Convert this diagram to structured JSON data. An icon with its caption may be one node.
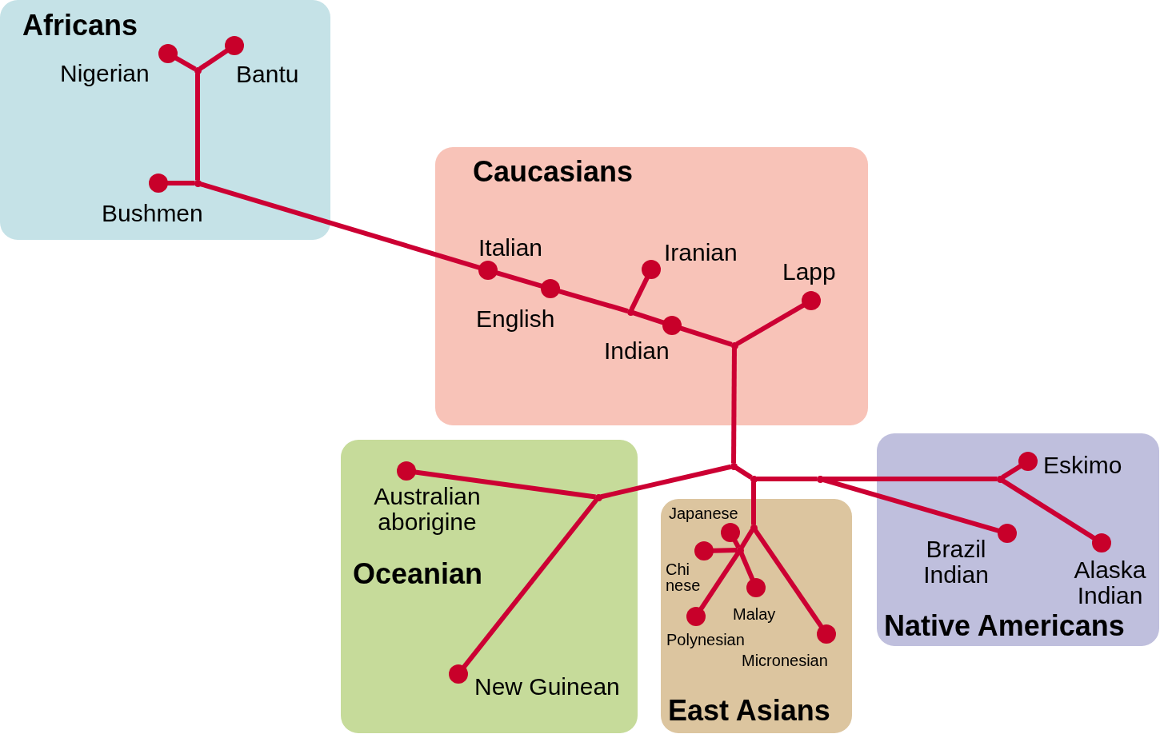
{
  "diagram": {
    "nodes": [
      {
        "text": [
          "Africans"
        ]
      },
      {
        "text": [
          "Nigerian"
        ],
        "in": 0
      },
      {
        "text": [
          "Bantu"
        ],
        "in": 0
      },
      {
        "text": [],
        "shape": "dot",
        "in": 0
      },
      {
        "text": [
          "Bushmen"
        ],
        "in": 0
      },
      {
        "text": [],
        "shape": "dot",
        "in": 0
      },
      {
        "text": [
          "Caucasians"
        ]
      },
      {
        "text": [
          "Italian"
        ],
        "in": 6
      },
      {
        "text": [
          "English"
        ],
        "in": 6
      },
      {
        "text": [
          "Iranian"
        ],
        "in": 6
      },
      {
        "text": [],
        "shape": "dot",
        "in": 6
      },
      {
        "text": [
          "Indian"
        ],
        "in": 6
      },
      {
        "text": [
          "Lapp"
        ],
        "in": 6
      },
      {
        "text": [],
        "shape": "dot",
        "in": 6
      },
      {
        "text": [],
        "shape": "dot"
      },
      {
        "text": [
          "Oceanian"
        ]
      },
      {
        "text": [
          "Australian aborigine"
        ],
        "in": 15
      },
      {
        "text": [],
        "shape": "dot",
        "in": 15
      },
      {
        "text": [
          "New Guinean"
        ],
        "in": 15
      },
      {
        "text": [],
        "shape": "dot"
      },
      {
        "text": [
          "East Asians"
        ]
      },
      {
        "text": [
          "Japanese"
        ],
        "in": 20
      },
      {
        "text": [
          "Chi nese"
        ],
        "in": 20
      },
      {
        "text": [],
        "shape": "dot",
        "in": 20
      },
      {
        "text": [],
        "shape": "dot",
        "in": 20
      },
      {
        "text": [
          "Malay"
        ],
        "in": 20
      },
      {
        "text": [
          "Polynesian"
        ],
        "in": 20
      },
      {
        "text": [
          "Micronesian"
        ],
        "in": 20
      },
      {
        "text": [],
        "shape": "dot"
      },
      {
        "text": [
          "Native Americans"
        ]
      },
      {
        "text": [
          "Eskimo"
        ],
        "in": 29
      },
      {
        "text": [],
        "shape": "dot",
        "in": 29
      },
      {
        "text": [
          "Brazil Indian"
        ],
        "in": 29
      },
      {
        "text": [
          "Alaska Indian"
        ],
        "in": 29
      }
    ],
    "edges": [
      {
        "from": 3,
        "to": 1,
        "arrow": "none"
      },
      {
        "from": 3,
        "to": 2,
        "arrow": "none"
      },
      {
        "from": 3,
        "to": 5,
        "arrow": "none"
      },
      {
        "from": 5,
        "to": 4,
        "arrow": "none"
      },
      {
        "from": 5,
        "to": 7,
        "arrow": "none"
      },
      {
        "from": 7,
        "to": 8,
        "arrow": "none"
      },
      {
        "from": 8,
        "to": 10,
        "arrow": "none"
      },
      {
        "from": 10,
        "to": 9,
        "arrow": "none"
      },
      {
        "from": 10,
        "to": 11,
        "arrow": "none"
      },
      {
        "from": 11,
        "to": 13,
        "arrow": "none"
      },
      {
        "from": 13,
        "to": 12,
        "arrow": "none"
      },
      {
        "from": 13,
        "to": 14,
        "arrow": "none"
      },
      {
        "from": 14,
        "to": 17,
        "arrow": "none"
      },
      {
        "from": 17,
        "to": 16,
        "arrow": "none"
      },
      {
        "from": 17,
        "to": 18,
        "arrow": "none"
      },
      {
        "from": 14,
        "to": 19,
        "arrow": "none"
      },
      {
        "from": 19,
        "to": 24,
        "arrow": "none"
      },
      {
        "from": 24,
        "to": 27,
        "arrow": "none"
      },
      {
        "from": 24,
        "to": 23,
        "arrow": "none"
      },
      {
        "from": 23,
        "to": 26,
        "arrow": "none"
      },
      {
        "from": 23,
        "to": 22,
        "arrow": "none"
      },
      {
        "from": 23,
        "to": 21,
        "arrow": "none"
      },
      {
        "from": 23,
        "to": 25,
        "arrow": "none"
      },
      {
        "from": 19,
        "to": 28,
        "arrow": "none"
      },
      {
        "from": 28,
        "to": 32,
        "arrow": "none"
      },
      {
        "from": 28,
        "to": 31,
        "arrow": "none"
      },
      {
        "from": 31,
        "to": 30,
        "arrow": "none"
      },
      {
        "from": 31,
        "to": 33,
        "arrow": "none"
      }
    ]
  }
}
